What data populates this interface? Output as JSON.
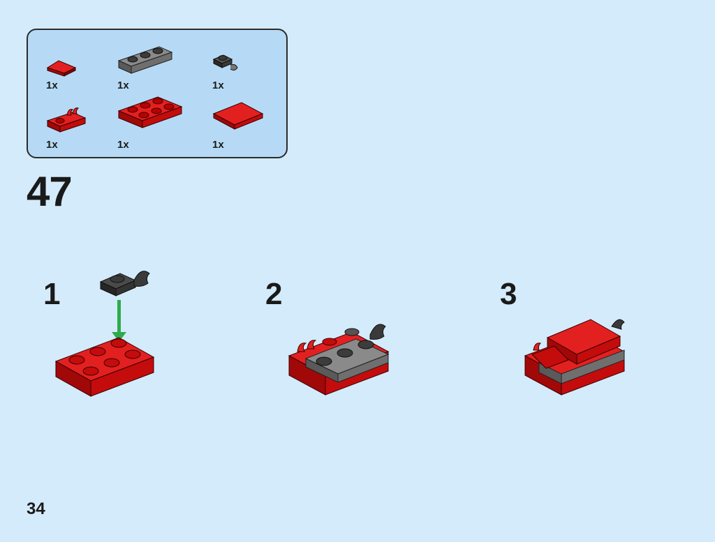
{
  "parts_list": {
    "items": [
      {
        "qty": "1x",
        "part": "red-wedge-tile-icon"
      },
      {
        "qty": "1x",
        "part": "gray-plate-1x3-icon"
      },
      {
        "qty": "1x",
        "part": "black-clip-plate-icon"
      },
      {
        "qty": "1x",
        "part": "red-plate-clips-icon"
      },
      {
        "qty": "1x",
        "part": "red-plate-2x3-icon"
      },
      {
        "qty": "1x",
        "part": "red-tile-2x2-icon"
      }
    ]
  },
  "step": {
    "number": "47"
  },
  "sub_steps": [
    {
      "label": "1"
    },
    {
      "label": "2"
    },
    {
      "label": "3"
    }
  ],
  "colors": {
    "background": "#d4ebfb",
    "parts_box": "#b6daf5",
    "red": "#d50a0a",
    "gray": "#6f6f6f",
    "black": "#2a2a2a",
    "arrow": "#2dab4c"
  },
  "page": {
    "number": "34"
  }
}
